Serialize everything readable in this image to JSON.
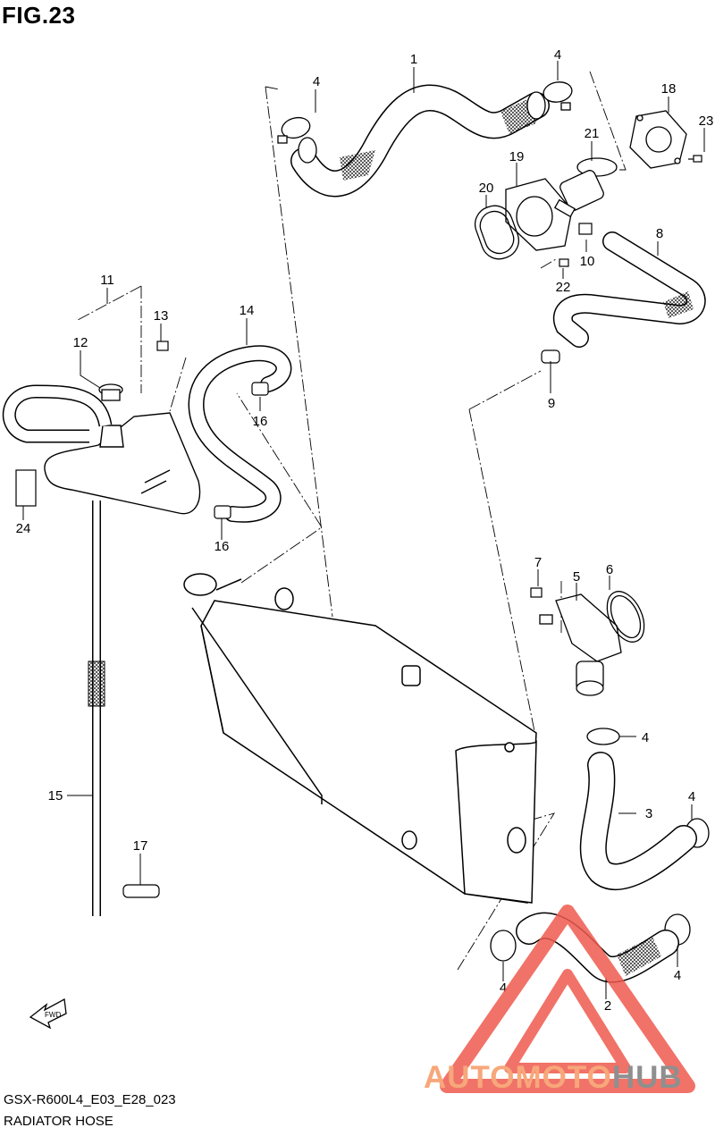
{
  "figure": {
    "title": "FIG.23"
  },
  "footer": {
    "model_code": "GSX-R600L4_E03_E28_023",
    "section_name": "RADIATOR HOSE"
  },
  "fwd_label": "FWD",
  "callouts": [
    "1",
    "2",
    "3",
    "4",
    "5",
    "6",
    "7",
    "8",
    "9",
    "10",
    "11",
    "12",
    "13",
    "14",
    "15",
    "16",
    "17",
    "18",
    "19",
    "20",
    "21",
    "22",
    "23",
    "24"
  ],
  "watermark": {
    "part_a": "AUTOMOTO",
    "part_b": "HUB",
    "color_a": "#f7a77a",
    "color_b": "#8f8f8f",
    "triangle_color": "#ef5a4e"
  }
}
